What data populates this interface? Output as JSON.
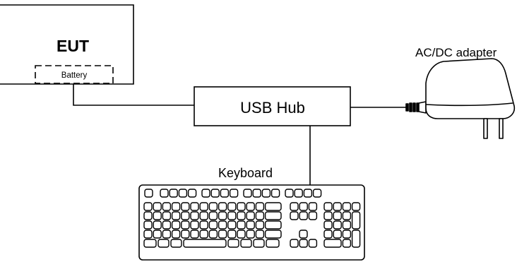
{
  "diagram": {
    "eut": {
      "label": "EUT",
      "battery_label": "Battery"
    },
    "usb_hub": {
      "label": "USB Hub"
    },
    "adapter": {
      "label": "AC/DC adapter"
    },
    "keyboard": {
      "label": "Keyboard"
    }
  },
  "colors": {
    "stroke": "#000000",
    "background": "#ffffff"
  }
}
